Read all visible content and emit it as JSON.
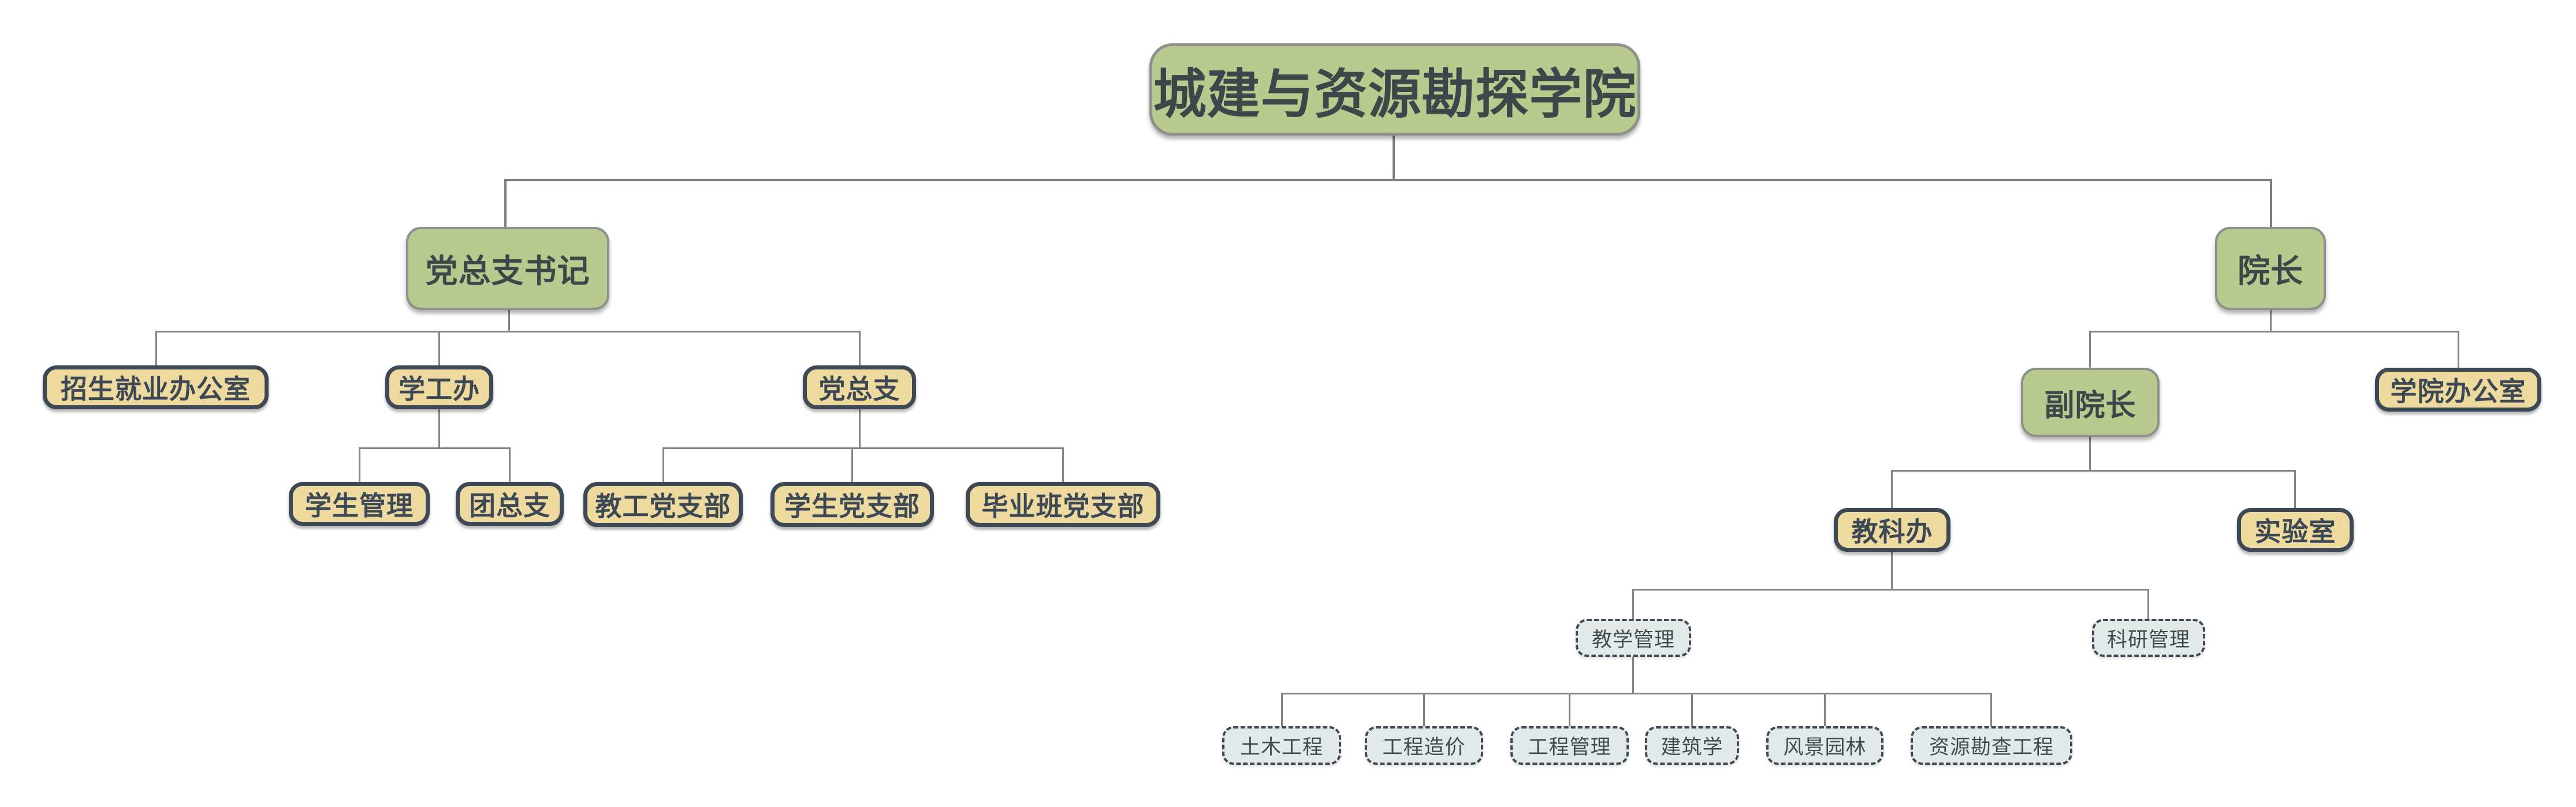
{
  "diagram": {
    "title": "城建与资源勘探学院",
    "type": "org-chart",
    "palette": {
      "background": "#ffffff",
      "green_fill": "#b9ca8e",
      "green_border": "#8c9189",
      "tan_fill": "#eeda9f",
      "tan_border": "#3d4954",
      "dashed_fill": "#e3e9e9",
      "dashed_border": "#3d4954",
      "connector_line": "#7d7d7d",
      "text": "#3f4649"
    }
  },
  "nodes": {
    "root": {
      "label": "城建与资源勘探学院",
      "style": "green-root",
      "children": [
        "party_secretary",
        "dean"
      ]
    },
    "party_secretary": {
      "label": "党总支书记",
      "style": "green",
      "children": [
        "admissions_office",
        "student_affairs_office",
        "party_branch"
      ]
    },
    "dean": {
      "label": "院长",
      "style": "green",
      "children": [
        "vice_dean",
        "college_office"
      ]
    },
    "admissions_office": {
      "label": "招生就业办公室",
      "style": "tan",
      "children": []
    },
    "student_affairs_office": {
      "label": "学工办",
      "style": "tan",
      "children": [
        "student_management",
        "youth_league"
      ]
    },
    "party_branch": {
      "label": "党总支",
      "style": "tan",
      "children": [
        "faculty_party_branch",
        "student_party_branch",
        "graduating_class_party_branch"
      ]
    },
    "student_management": {
      "label": "学生管理",
      "style": "tan",
      "children": []
    },
    "youth_league": {
      "label": "团总支",
      "style": "tan",
      "children": []
    },
    "faculty_party_branch": {
      "label": "教工党支部",
      "style": "tan",
      "children": []
    },
    "student_party_branch": {
      "label": "学生党支部",
      "style": "tan",
      "children": []
    },
    "graduating_class_party_branch": {
      "label": "毕业班党支部",
      "style": "tan",
      "children": []
    },
    "vice_dean": {
      "label": "副院长",
      "style": "green",
      "children": [
        "teaching_research_office",
        "laboratory"
      ]
    },
    "college_office": {
      "label": "学院办公室",
      "style": "tan",
      "children": []
    },
    "teaching_research_office": {
      "label": "教科办",
      "style": "tan",
      "children": [
        "teaching_management",
        "research_management"
      ]
    },
    "laboratory": {
      "label": "实验室",
      "style": "tan",
      "children": []
    },
    "teaching_management": {
      "label": "教学管理",
      "style": "dashed",
      "children": [
        "civil_engineering",
        "engineering_cost",
        "engineering_management",
        "architecture",
        "landscape_architecture",
        "resource_exploration_engineering"
      ]
    },
    "research_management": {
      "label": "科研管理",
      "style": "dashed",
      "children": []
    },
    "civil_engineering": {
      "label": "土木工程",
      "style": "dashed",
      "children": []
    },
    "engineering_cost": {
      "label": "工程造价",
      "style": "dashed",
      "children": []
    },
    "engineering_management": {
      "label": "工程管理",
      "style": "dashed",
      "children": []
    },
    "architecture": {
      "label": "建筑学",
      "style": "dashed",
      "children": []
    },
    "landscape_architecture": {
      "label": "风景园林",
      "style": "dashed",
      "children": []
    },
    "resource_exploration_engineering": {
      "label": "资源勘查工程",
      "style": "dashed",
      "children": []
    }
  }
}
